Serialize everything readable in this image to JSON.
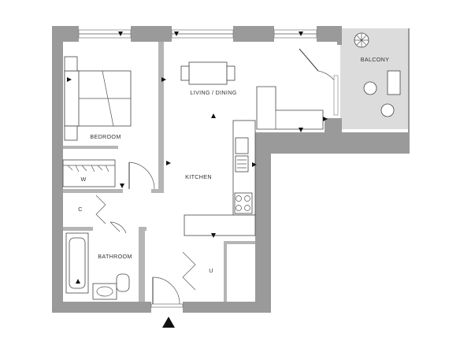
{
  "rooms": {
    "bedroom": "BEDROOM",
    "living_dining": "LIVING / DINING",
    "kitchen": "KITCHEN",
    "balcony": "BALCONY",
    "bathroom": "BATHROOM",
    "wardrobe": "W",
    "cupboard": "C",
    "utility": "U"
  }
}
